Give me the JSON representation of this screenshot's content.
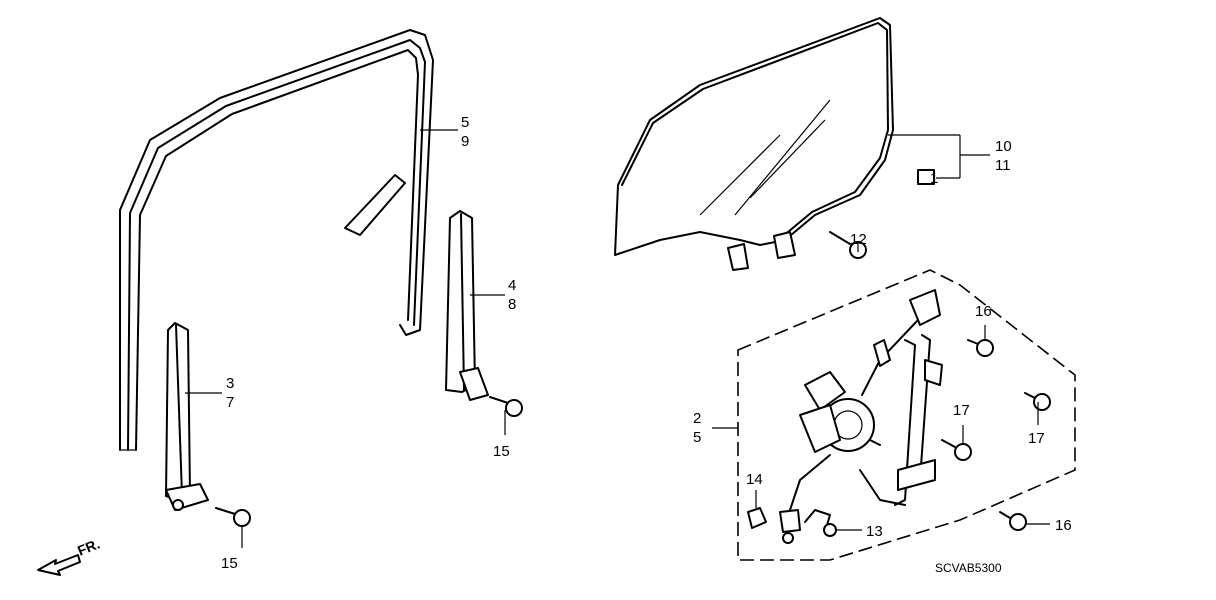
{
  "labels": {
    "l5a": "5",
    "l9": "9",
    "l10": "10",
    "l11": "11",
    "l1": "1",
    "l12": "12",
    "l4": "4",
    "l8": "8",
    "l3": "3",
    "l7": "7",
    "l15a": "15",
    "l15b": "15",
    "l2": "2",
    "l5b": "5",
    "l16a": "16",
    "l16b": "16",
    "l17a": "17",
    "l17b": "17",
    "l14": "14",
    "l13": "13"
  },
  "direction": "FR.",
  "diagram_code": "SCVAB5300"
}
